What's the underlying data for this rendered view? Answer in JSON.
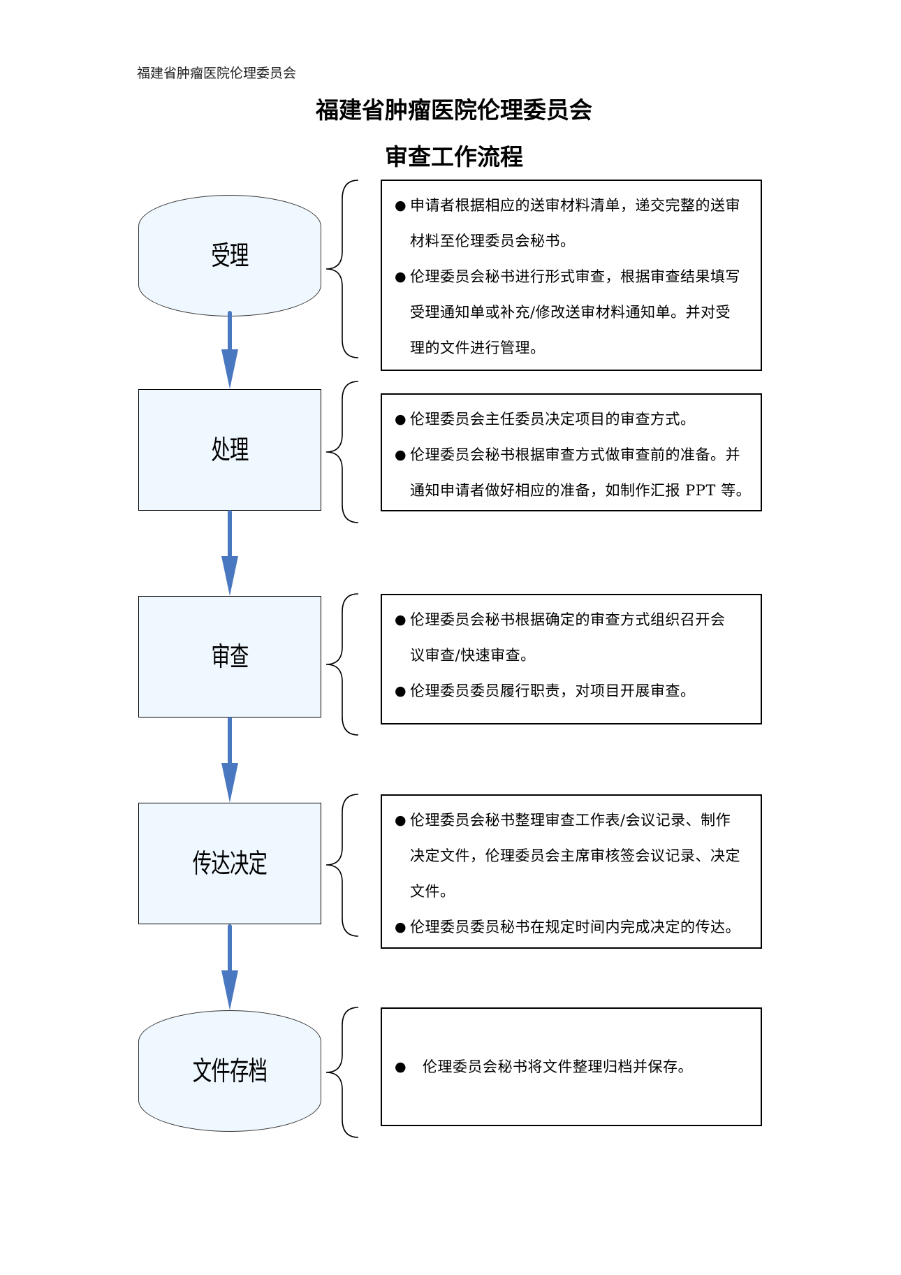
{
  "header": {
    "running_title": "福建省肿瘤医院伦理委员会"
  },
  "title": {
    "line1": "福建省肿瘤医院伦理委员会",
    "line2": "审查工作流程"
  },
  "colors": {
    "arrow": "#4a78c0",
    "step_fill": "#f0f8ff"
  },
  "bullet_symbol": "●",
  "steps": [
    {
      "label": "受理",
      "shape": "terminator",
      "items": [
        {
          "lines": [
            "申请者根据相应的送审材料清单，递交完整的送审",
            "材料至伦理委员会秘书。"
          ]
        },
        {
          "lines": [
            "伦理委员会秘书进行形式审查，根据审查结果填写",
            "受理通知单或补充/修改送审材料通知单。并对受",
            "理的文件进行管理。"
          ]
        }
      ]
    },
    {
      "label": "处理",
      "shape": "process",
      "items": [
        {
          "lines": [
            "伦理委员会主任委员决定项目的审查方式。"
          ]
        },
        {
          "lines": [
            "伦理委员会秘书根据审查方式做审查前的准备。并",
            "通知申请者做好相应的准备，如制作汇报 PPT 等。"
          ]
        }
      ]
    },
    {
      "label": "审查",
      "shape": "process",
      "items": [
        {
          "lines": [
            "伦理委员会秘书根据确定的审查方式组织召开会",
            "议审查/快速审查。"
          ]
        },
        {
          "lines": [
            "伦理委员委员履行职责，对项目开展审查。"
          ]
        }
      ]
    },
    {
      "label": "传达决定",
      "shape": "process",
      "items": [
        {
          "lines": [
            "伦理委员会秘书整理审查工作表/会议记录、制作",
            "决定文件，伦理委员会主席审核签会议记录、决定",
            "文件。"
          ]
        },
        {
          "lines": [
            "伦理委员委员秘书在规定时间内完成决定的传达。"
          ]
        }
      ]
    },
    {
      "label": "文件存档",
      "shape": "terminator",
      "items": [
        {
          "lines": [
            "伦理委员会秘书将文件整理归档并保存。"
          ]
        }
      ]
    }
  ]
}
